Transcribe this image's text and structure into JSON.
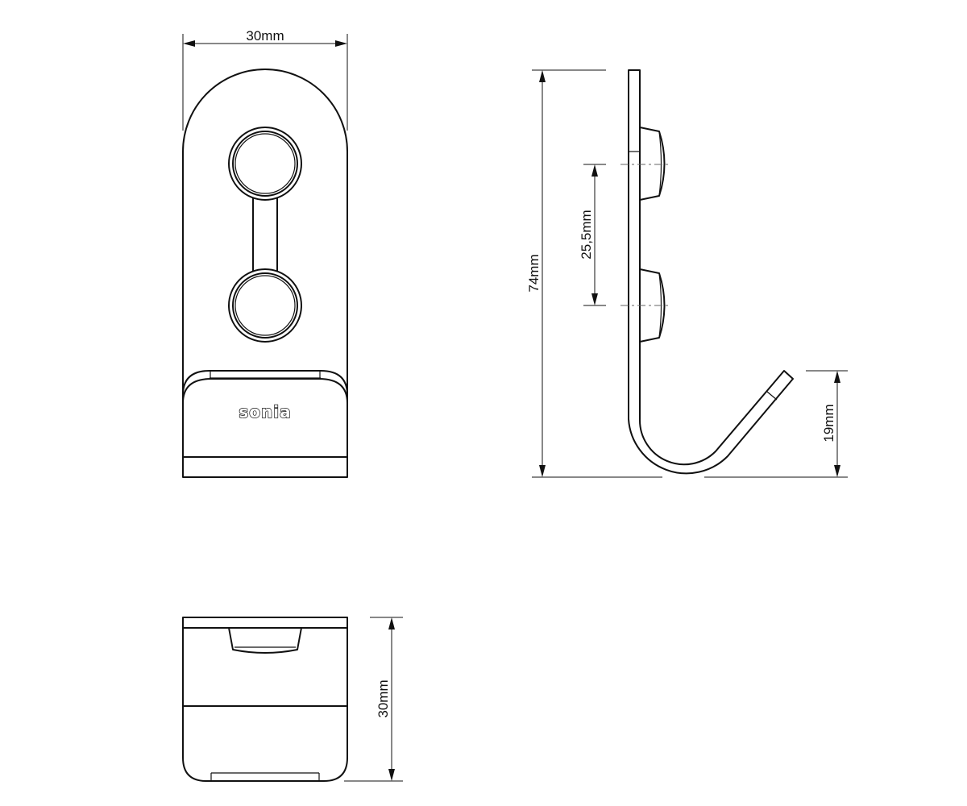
{
  "views": {
    "front": {
      "brand": "sonia",
      "width_label": "30mm"
    },
    "side": {
      "height_label": "74mm",
      "hole_spacing_label": "25,5mm",
      "hook_height_label": "19mm"
    },
    "bottom": {
      "depth_label": "30mm"
    }
  }
}
